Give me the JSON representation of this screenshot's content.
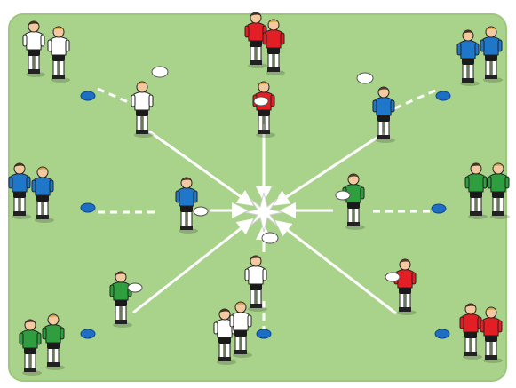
{
  "diagram": {
    "kind": "rugby-drill",
    "pitch_color": "#a9d38b",
    "pitch_border_color": "#9cc77d",
    "line_color": "#ffffff",
    "cone_color": "#1e6fc4",
    "team_colors": {
      "white": "#ffffff",
      "red": "#e31e24",
      "blue": "#1f77c9",
      "green": "#2e9e3f"
    },
    "groups": [
      {
        "id": "top-left",
        "team": "white",
        "size": 2
      },
      {
        "id": "top-center",
        "team": "red",
        "size": 2
      },
      {
        "id": "top-right",
        "team": "blue",
        "size": 2
      },
      {
        "id": "left-upper",
        "team": "blue",
        "size": 2
      },
      {
        "id": "right-upper",
        "team": "green",
        "size": 2
      },
      {
        "id": "bottom-left",
        "team": "green",
        "size": 2
      },
      {
        "id": "bottom-center",
        "team": "white",
        "size": 2
      },
      {
        "id": "bottom-right",
        "team": "red",
        "size": 2
      }
    ],
    "active_players": [
      {
        "id": "passer-top-left",
        "team": "white",
        "action": "pass"
      },
      {
        "id": "runner-top-center",
        "team": "red",
        "action": "carry"
      },
      {
        "id": "catcher-top-right",
        "team": "blue",
        "action": "catch"
      },
      {
        "id": "placer-left",
        "team": "blue",
        "action": "place-ball"
      },
      {
        "id": "runner-right",
        "team": "green",
        "action": "carry"
      },
      {
        "id": "runner-bottom-left",
        "team": "green",
        "action": "carry"
      },
      {
        "id": "catcher-bottom-center",
        "team": "white",
        "action": "catch"
      },
      {
        "id": "runner-bottom-right",
        "team": "red",
        "action": "carry"
      }
    ]
  }
}
